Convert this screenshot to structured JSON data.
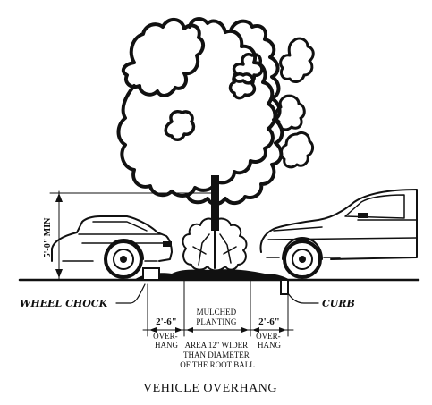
{
  "labels": {
    "height_min": "5'-0\"",
    "height_min_suffix": "MIN",
    "wheel_chock": "WHEEL CHOCK",
    "curb": "CURB",
    "overhang_left_dim": "2'-6\"",
    "overhang_right_dim": "2'-6\"",
    "overhang_left_caption": [
      "OVER-",
      "HANG"
    ],
    "overhang_right_caption": [
      "OVER-",
      "HANG"
    ],
    "planting_caption": [
      "MULCHED",
      "PLANTING",
      "AREA 12\" WIDER",
      "THAN DIAMETER",
      "OF THE ROOT BALL"
    ]
  },
  "title": "VEHICLE OVERHANG",
  "colors": {
    "ink": "#111111",
    "paper": "#ffffff"
  }
}
